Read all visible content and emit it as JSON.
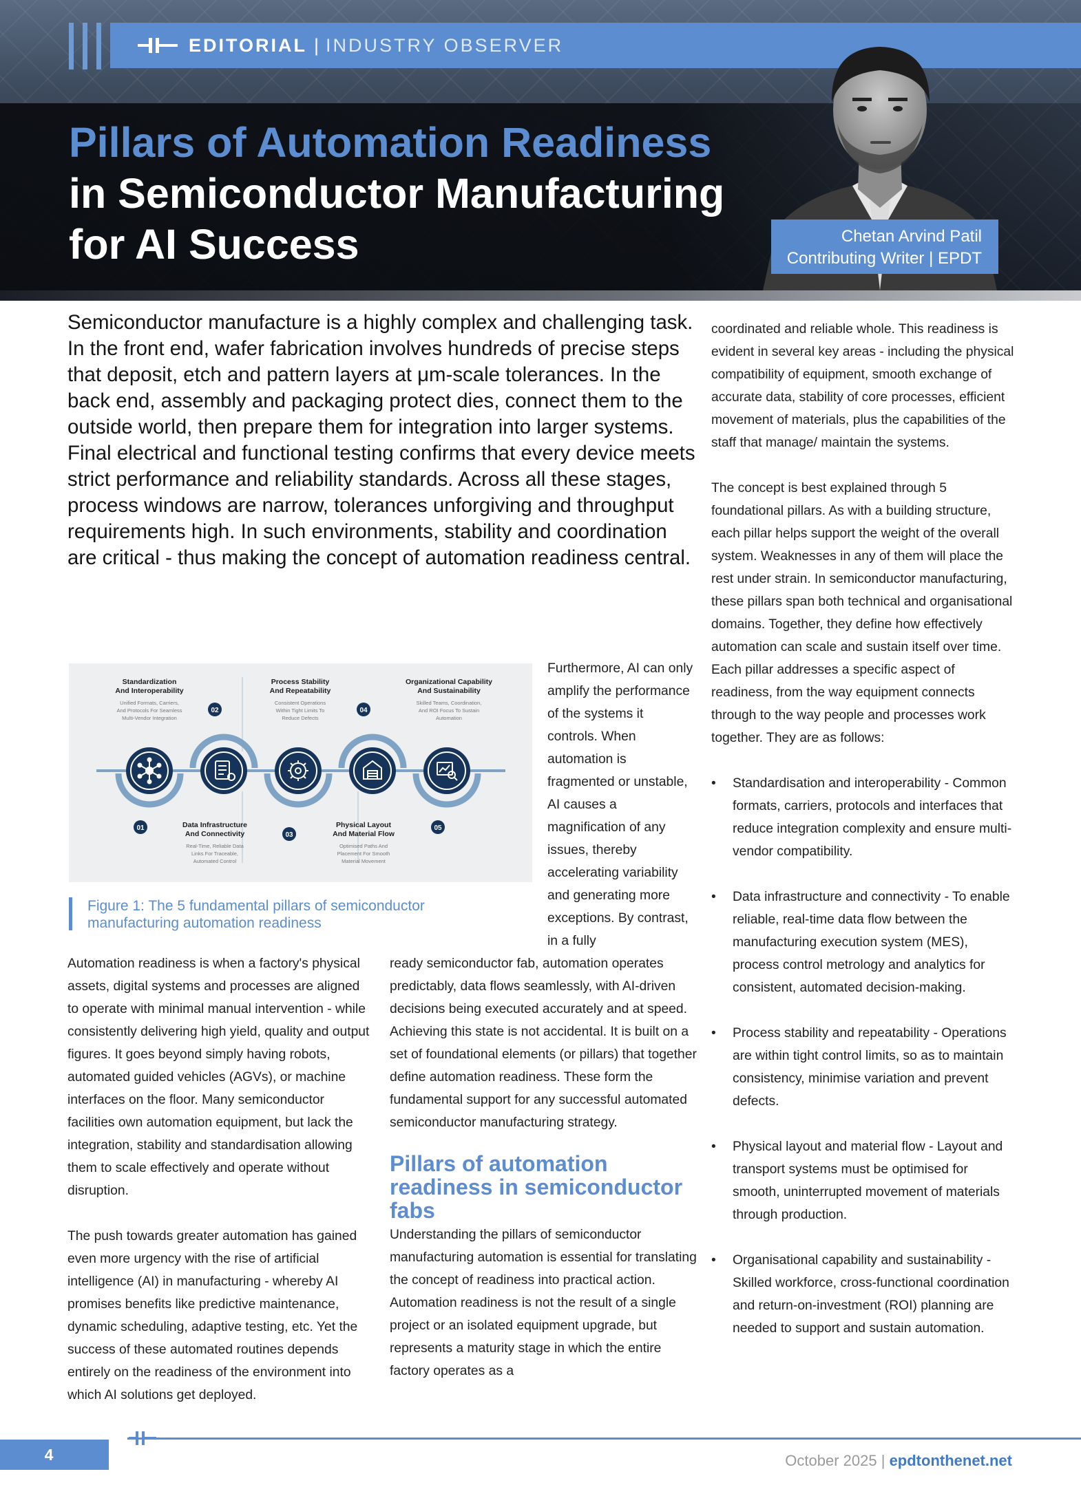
{
  "banner": {
    "editorial": "EDITORIAL",
    "separator": "|",
    "section": "INDUSTRY OBSERVER"
  },
  "headline": {
    "accent": "Pillars of Automation Readiness",
    "rest": " in Semiconductor Manufacturing for AI Success"
  },
  "author": {
    "name": "Chetan Arvind Patil",
    "role": "Contributing Writer | EPDT"
  },
  "lead": "Semiconductor manufacture is a highly complex and challenging task. In the front end, wafer fabrication involves hundreds of precise steps that deposit, etch and pattern layers at μm-scale tolerances. In the back end, assembly and packaging protect dies, connect them to the outside world, then prepare them for integration into larger systems. Final electrical and functional testing confirms that every device meets strict performance and reliability standards. Across all these stages, process windows are narrow, tolerances unforgiving and throughput requirements high. In such environments, stability and coordination are critical - thus making the concept of automation readiness central.",
  "figure": {
    "caption": "Figure 1: The 5 fundamental pillars of semiconductor manufacturing automation readiness",
    "pillars": [
      {
        "num": "01",
        "title1": "Standardization",
        "title2": "And Interoperability",
        "d1": "Unified Formats, Carriers,",
        "d2": "And Protocols For Seamless",
        "d3": "Multi-Vendor Integration"
      },
      {
        "num": "02",
        "title1": "Data Infrastructure",
        "title2": "And Connectivity",
        "d1": "Real-Time, Reliable Data",
        "d2": "Links For Traceable,",
        "d3": "Automated Control"
      },
      {
        "num": "03",
        "title1": "Process Stability",
        "title2": "And Repeatability",
        "d1": "Consistent Operations",
        "d2": "Within Tight Limits To",
        "d3": "Reduce Defects"
      },
      {
        "num": "04",
        "title1": "Physical Layout",
        "title2": "And Material Flow",
        "d1": "Optimised Paths And",
        "d2": "Placement For Smooth",
        "d3": "Material Movement"
      },
      {
        "num": "05",
        "title1": "Organizational Capability",
        "title2": "And Sustainability",
        "d1": "Skilled Teams, Coordination,",
        "d2": "And ROI Focus To Sustain",
        "d3": "Automation"
      }
    ]
  },
  "side_column": "Furthermore, AI can only amplify the performance of the systems it controls. When automation is fragmented or unstable, AI causes a magnification of any issues, thereby accelerating variability and generating more exceptions. By contrast, in a fully",
  "column1": {
    "p1": "Automation readiness is when a factory's physical assets, digital systems and processes are aligned to operate with minimal manual intervention - while consistently delivering high yield, quality and output figures. It goes beyond simply having robots, automated guided vehicles (AGVs), or machine interfaces on the floor. Many semiconductor facilities own automation equipment, but lack the integration, stability and standardisation allowing them to scale effectively and operate without disruption.",
    "p2": "The push towards greater automation has gained even more urgency with the rise of artificial intelligence (AI) in manufacturing - whereby AI promises benefits like predictive maintenance, dynamic scheduling, adaptive testing, etc. Yet the success of these automated routines depends entirely on the readiness of the environment into which AI solutions get deployed."
  },
  "column2": {
    "p1": "ready semiconductor fab, automation operates predictably, data flows seamlessly, with AI-driven decisions being executed accurately and at speed. Achieving this state is not accidental. It is built on a set of foundational elements (or pillars) that together define automation readiness. These form the fundamental support for any successful automated semiconductor manufacturing strategy.",
    "heading": "Pillars of automation readiness in semiconductor fabs",
    "p2": "Understanding the pillars of semiconductor manufacturing automation is essential for translating the concept of readiness into practical action. Automation readiness is not the result of a single project or an isolated equipment upgrade, but represents a maturity stage in which the entire factory operates as a"
  },
  "column3": {
    "p1": "coordinated and reliable whole. This readiness is evident in several key areas - including the physical compatibility of equipment, smooth exchange of accurate data, stability of core processes, efficient movement of materials, plus the capabilities of the staff that manage/ maintain the systems.",
    "p2": "The concept is best explained through 5 foundational pillars. As with a building structure, each pillar helps support the weight of the overall system. Weaknesses in any of them will place the rest under strain. In semiconductor manufacturing, these pillars span both technical and organisational domains. Together, they define how effectively automation can scale and sustain itself over time. Each pillar addresses a specific aspect of readiness, from the way equipment connects through to the way people and processes work together. They are as follows:",
    "bullets": [
      "Standardisation and interoperability - Common formats, carriers, protocols and interfaces that reduce integration complexity and ensure multi-vendor compatibility.",
      "Data infrastructure and connectivity - To enable reliable, real-time data flow between the manufacturing execution system (MES), process control metrology and analytics for consistent, automated decision-making.",
      "Process stability and repeatability - Operations are within tight control limits, so as to maintain consistency, minimise variation and prevent defects.",
      "Physical layout and material flow - Layout and transport systems must be optimised for smooth, uninterrupted movement of materials through production.",
      "Organisational capability and sustainability - Skilled workforce, cross-functional coordination and return-on-investment (ROI) planning are needed to support and sustain automation."
    ]
  },
  "footer": {
    "page_number": "4",
    "date": "October 2025",
    "separator": "|",
    "site": "epdtonthenet.net"
  },
  "colors": {
    "accent": "#5b8dd0",
    "navy": "#1c3a5e",
    "ring": "#7ea3c4"
  }
}
